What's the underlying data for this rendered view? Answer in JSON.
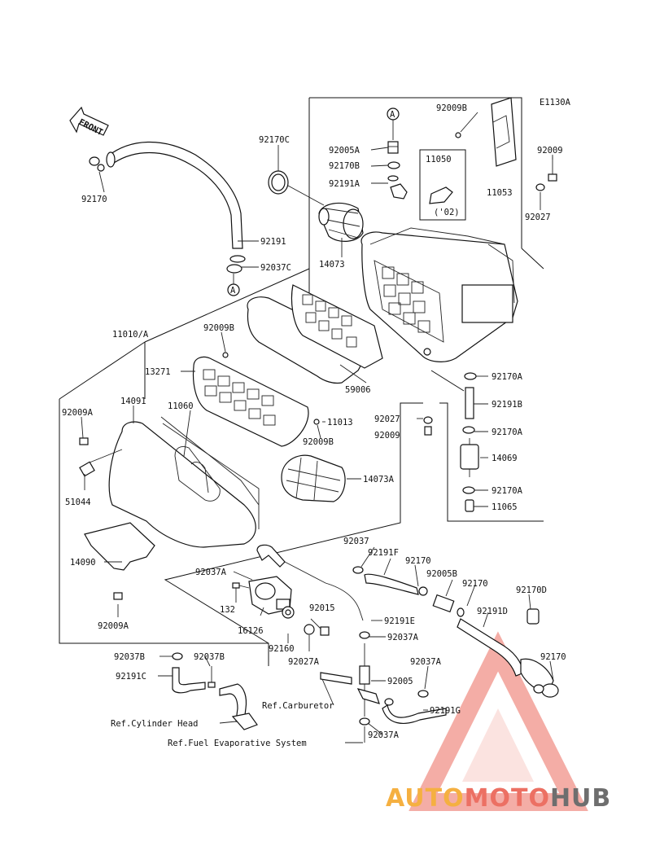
{
  "diagram": {
    "code": "E1130A",
    "front_label": "FRONT",
    "parts": {
      "p92170": "92170",
      "p92191": "92191",
      "p92037C": "92037C",
      "p92170C": "92170C",
      "p14073": "14073",
      "p92005A": "92005A",
      "p92170B": "92170B",
      "p92191A": "92191A",
      "p92009B_top": "92009B",
      "p11050": "11050",
      "p02": "('02)",
      "p11053": "11053",
      "p92009_top": "92009",
      "p92027_top": "92027",
      "p11010A": "11010/A",
      "p92009B_mid": "92009B",
      "p13271": "13271",
      "p59006": "59006",
      "p92170A_1": "92170A",
      "p92191B": "92191B",
      "p14091": "14091",
      "p11060": "11060",
      "p92009A_1": "92009A",
      "p11013": "11013",
      "p92027_mid": "92027",
      "p92009_mid": "92009",
      "p92170A_2": "92170A",
      "p92009B_low": "92009B",
      "p14069": "14069",
      "p51044": "51044",
      "p14073A": "14073A",
      "p92170A_3": "92170A",
      "p11065": "11065",
      "p14090": "14090",
      "p92037": "92037",
      "p92191F": "92191F",
      "p92170_b": "92170",
      "p92037A_1": "92037A",
      "p92005B": "92005B",
      "p92170_c": "92170",
      "p92170D": "92170D",
      "p132": "132",
      "p92009A_2": "92009A",
      "p92015": "92015",
      "p92191E": "92191E",
      "p92191D": "92191D",
      "p16126": "16126",
      "p92160": "92160",
      "p92037A_2": "92037A",
      "p92037B_1": "92037B",
      "p92037B_2": "92037B",
      "p92027A": "92027A",
      "p92037A_3": "92037A",
      "p92170_d": "92170",
      "p92191C": "92191C",
      "p92005": "92005",
      "p92191G": "92191G",
      "p92037A_4": "92037A"
    },
    "references": {
      "carburetor": "Ref.Carburetor",
      "cylinder_head": "Ref.Cylinder Head",
      "fuel_evap": "Ref.Fuel Evaporative System"
    },
    "callout_letter": "A"
  },
  "watermark": {
    "part1": "AUTO",
    "part2": "MOTO",
    "part3": "HUB",
    "color1": "#f5b041",
    "color2": "#ec7063",
    "color3": "#6e6e6e",
    "triangle_color": "#e74c3c"
  }
}
